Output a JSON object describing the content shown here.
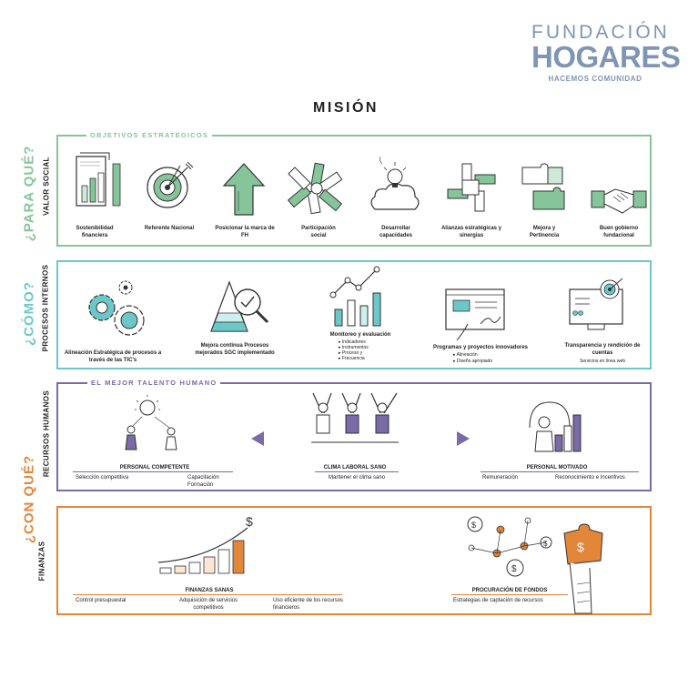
{
  "logo": {
    "line1": "FUNDACIÓN",
    "line2": "HOGARES",
    "line3": "HACEMOS COMUNIDAD"
  },
  "title": "MISIÓN",
  "colors": {
    "green": "#86c599",
    "teal": "#6cc7c9",
    "purple": "#7a6aa8",
    "orange": "#e2863a",
    "logo_blue": "#7f95b5"
  },
  "sections": {
    "social": {
      "question": "¿PARA QUÉ?",
      "perspective": "VALOR SOCIAL",
      "tag": "OBJETIVOS ESTRATÉGICOS",
      "items": [
        {
          "icon": "document-chart-icon",
          "label": "Sostenibilidad financiera"
        },
        {
          "icon": "target-icon",
          "label": "Referente Nacional"
        },
        {
          "icon": "up-arrow-icon",
          "label": "Posicionar la marca de FH"
        },
        {
          "icon": "joined-hands-icon",
          "label": "Participación social"
        },
        {
          "icon": "lightbulb-cloud-icon",
          "label": "Desarrollar capacidades"
        },
        {
          "icon": "linked-hands-icon",
          "label": "Alianzas estratégicas y sinergias"
        },
        {
          "icon": "puzzle-pieces-icon",
          "label": "Mejora y Pertinencia"
        },
        {
          "icon": "handshake-icon",
          "label": "Buen gobierno fundacional"
        }
      ]
    },
    "processes": {
      "question": "¿CÓMO?",
      "perspective": "PROCESOS INTERNOS",
      "items": [
        {
          "icon": "gears-icon",
          "label": "Alineación Estratégica de procesos a través de las TIC's",
          "bullets": []
        },
        {
          "icon": "pyramid-magnifier-icon",
          "label": "Mejora continua Procesos mejorados SGC implementado",
          "bullets": []
        },
        {
          "icon": "bar-line-chart-icon",
          "label": "Monitoreo y evaluación",
          "bullets": [
            "Indicadores",
            "Instrumentos",
            "Proceso y",
            "Frecuencia"
          ]
        },
        {
          "icon": "presentation-icon",
          "label": "Programas y proyectos innovadores",
          "bullets": [
            "Alineación",
            "Diseño apropiado"
          ]
        },
        {
          "icon": "monitor-target-icon",
          "label": "Transparencia y rendición de cuentas",
          "bullets": [
            "Servicios en línea web"
          ]
        }
      ]
    },
    "human": {
      "question": "¿CON QUÉ?",
      "perspective": "RECURSOS HUMANOS",
      "tag": "EL MEJOR TALENTO HUMANO",
      "groups": [
        {
          "icon": "team-idea-icon",
          "title": "PERSONAL COMPETENTE",
          "subs": [
            "Selección competitiva",
            "Capacitación Formación"
          ]
        },
        {
          "icon": "raised-arms-icon",
          "title": "CLIMA LABORAL SANO",
          "subs": [
            "Mantener el clima sano"
          ]
        },
        {
          "icon": "growth-person-icon",
          "title": "PERSONAL  MOTIVADO",
          "subs": [
            "Remuneración",
            "Reconocimiento e Incentivos"
          ]
        }
      ]
    },
    "finance": {
      "perspective": "FINANZAS",
      "groups": [
        {
          "icon": "growing-bars-icon",
          "title": "FINANZAS SANAS",
          "subs": [
            "Control presupuestal",
            "Adquisición de servicios competitivos",
            "Uso eficiente de los recursos financieros"
          ]
        },
        {
          "icon": "hand-puzzle-icon",
          "title": "PROCURACIÓN DE FONDOS",
          "subs": [
            "Estrategias de captación de recursos"
          ]
        }
      ]
    }
  }
}
